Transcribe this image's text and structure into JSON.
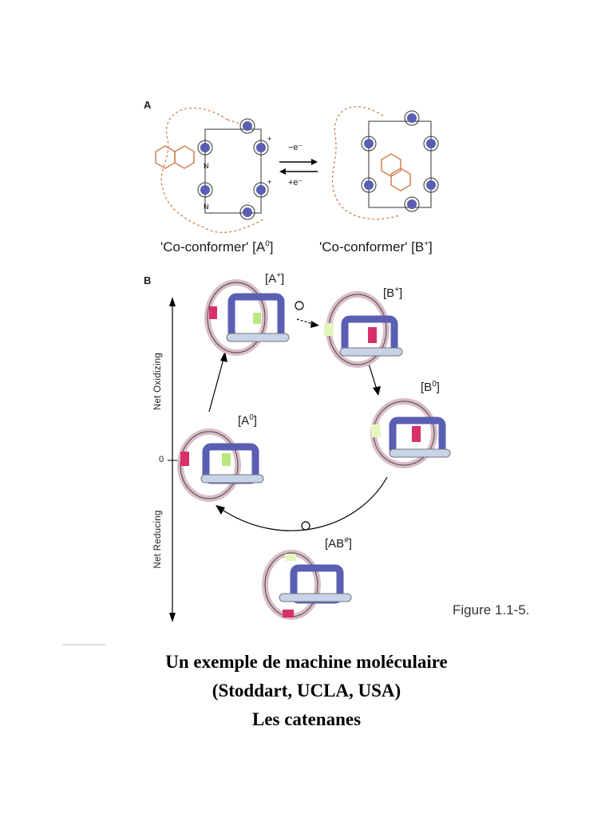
{
  "panel_a": {
    "letter": "A",
    "left_label": "'Co-conformer' [A",
    "left_sup": "0",
    "left_close": "]",
    "right_label": "'Co-conformer' [B",
    "right_sup": "+",
    "right_close": "]",
    "arrow_top": "−e⁻",
    "arrow_bottom": "+e⁻"
  },
  "panel_b": {
    "letter": "B",
    "states": [
      {
        "base": "[A",
        "sup": "+",
        "close": "]"
      },
      {
        "base": "[B",
        "sup": "+",
        "close": "]"
      },
      {
        "base": "[B",
        "sup": "0",
        "close": "]"
      },
      {
        "base": "[A",
        "sup": "0",
        "close": "]"
      },
      {
        "base": "[AB",
        "sup": "#",
        "close": "]"
      }
    ],
    "axis_top": "Net Oxidizing",
    "axis_bottom": "Net Reducing",
    "axis_zero": "0",
    "figure_label": "Figure 1.1-5."
  },
  "caption": {
    "line1": "Un exemple de machine moléculaire",
    "line2": "(Stoddart, UCLA, USA)",
    "line3": "Les catenanes"
  },
  "colors": {
    "blue": "#5a5fb3",
    "orange": "#d08050",
    "pink_ring": "#d9bcc8",
    "magenta": "#d8306a",
    "green": "#b8e880"
  }
}
